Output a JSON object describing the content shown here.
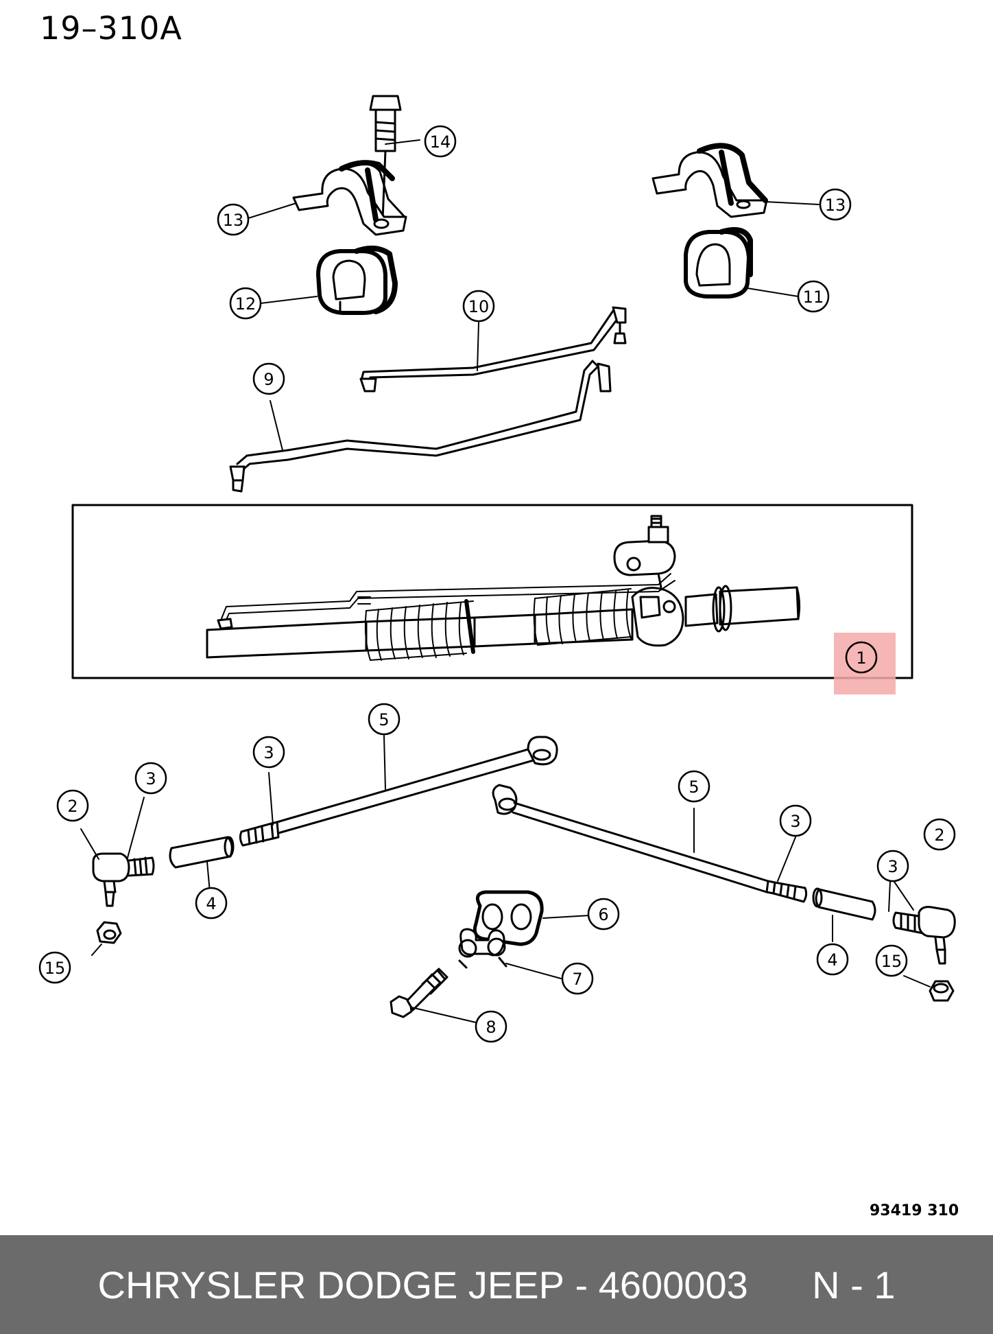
{
  "diagram_code": "19–310A",
  "doc_code": "93419  310",
  "footer": {
    "brand": "CHRYSLER DODGE JEEP",
    "separator": "-",
    "part_number": "4600003",
    "position": "N - 1"
  },
  "highlight_color": "#f4a9a8",
  "callouts": {
    "c1": "1",
    "c2a": "2",
    "c2b": "2",
    "c3a": "3",
    "c3b": "3",
    "c3c": "3",
    "c3d": "3",
    "c4a": "4",
    "c4b": "4",
    "c5a": "5",
    "c5b": "5",
    "c6": "6",
    "c7": "7",
    "c8": "8",
    "c9": "9",
    "c10": "10",
    "c11": "11",
    "c12": "12",
    "c13a": "13",
    "c13b": "13",
    "c14": "14",
    "c15a": "15",
    "c15b": "15"
  }
}
